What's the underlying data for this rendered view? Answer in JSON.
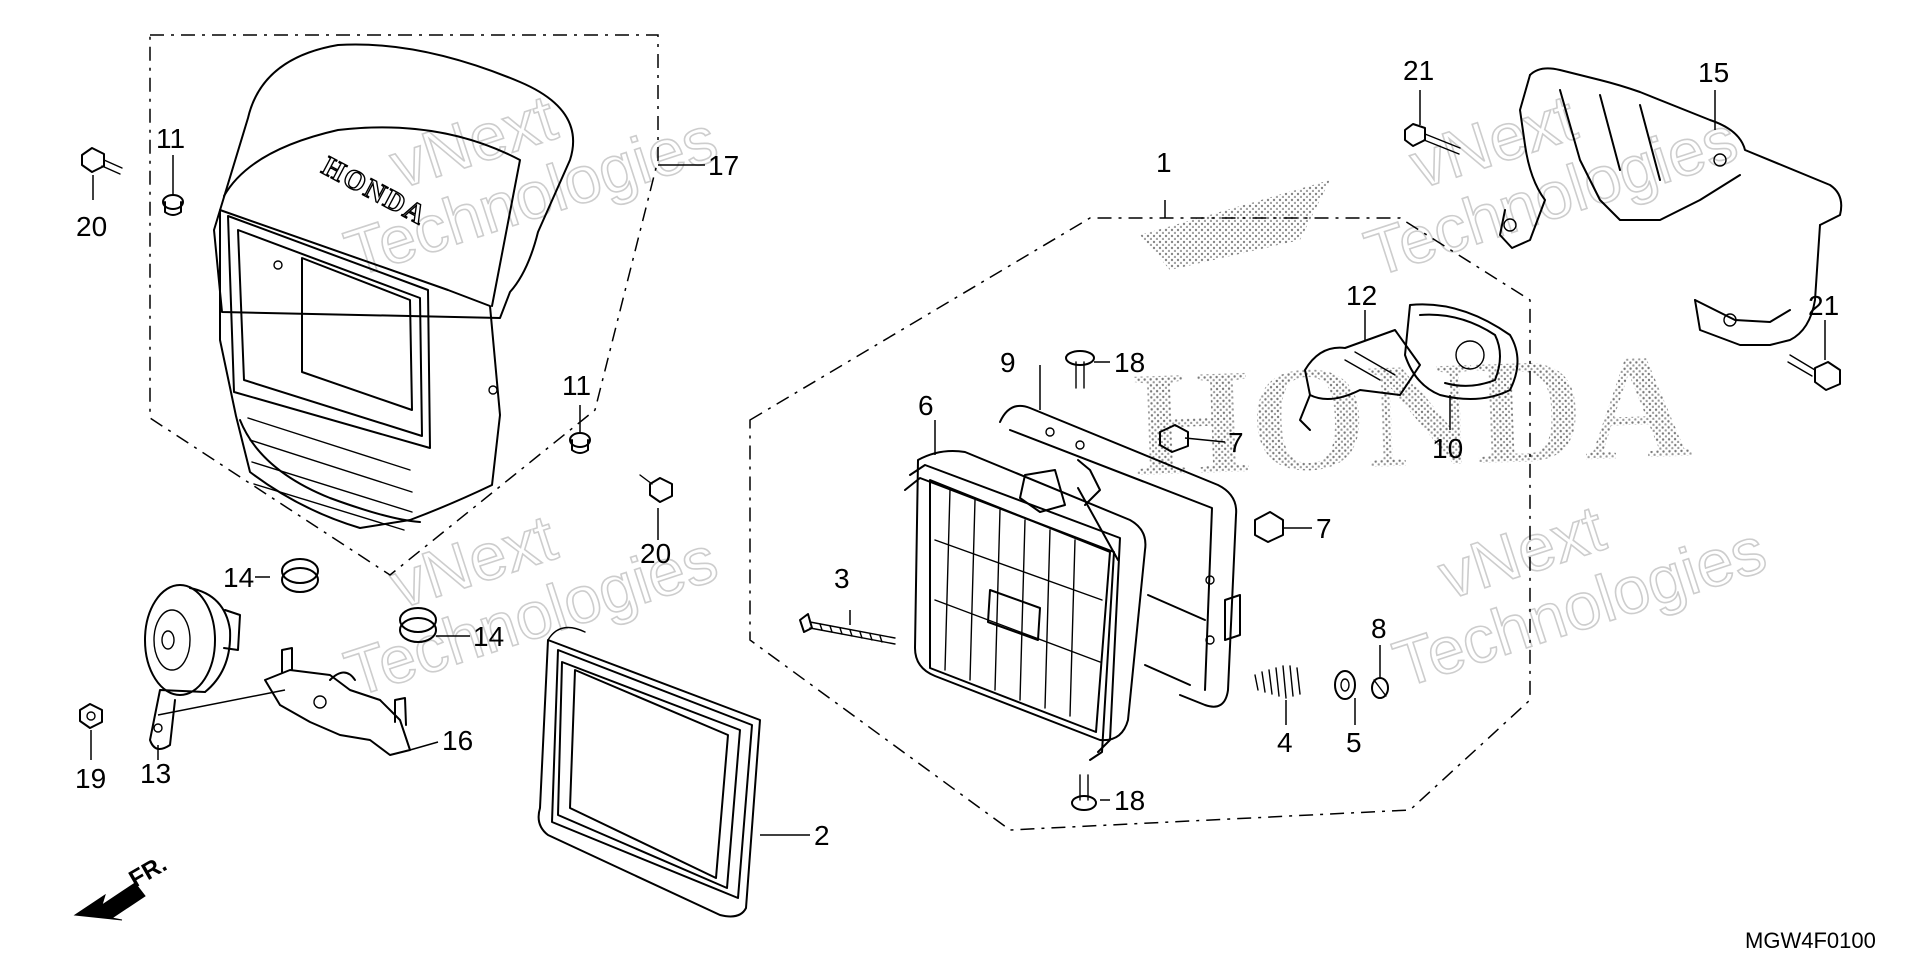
{
  "diagram": {
    "code": "MGW4F0100",
    "direction_label": "FR.",
    "emblem_text": "HONDA",
    "watermark": {
      "line1": "vNext",
      "line2": "Technologies"
    },
    "callouts": [
      {
        "id": "c1",
        "label": "1"
      },
      {
        "id": "c2",
        "label": "2"
      },
      {
        "id": "c3",
        "label": "3"
      },
      {
        "id": "c4",
        "label": "4"
      },
      {
        "id": "c5",
        "label": "5"
      },
      {
        "id": "c6",
        "label": "6"
      },
      {
        "id": "c7a",
        "label": "7"
      },
      {
        "id": "c7b",
        "label": "7"
      },
      {
        "id": "c8",
        "label": "8"
      },
      {
        "id": "c9",
        "label": "9"
      },
      {
        "id": "c10",
        "label": "10"
      },
      {
        "id": "c11a",
        "label": "11"
      },
      {
        "id": "c11b",
        "label": "11"
      },
      {
        "id": "c12",
        "label": "12"
      },
      {
        "id": "c13",
        "label": "13"
      },
      {
        "id": "c14a",
        "label": "14"
      },
      {
        "id": "c14b",
        "label": "14"
      },
      {
        "id": "c15",
        "label": "15"
      },
      {
        "id": "c16",
        "label": "16"
      },
      {
        "id": "c17",
        "label": "17"
      },
      {
        "id": "c18a",
        "label": "18"
      },
      {
        "id": "c18b",
        "label": "18"
      },
      {
        "id": "c19",
        "label": "19"
      },
      {
        "id": "c20a",
        "label": "20"
      },
      {
        "id": "c20b",
        "label": "20"
      },
      {
        "id": "c21a",
        "label": "21"
      },
      {
        "id": "c21b",
        "label": "21"
      }
    ]
  }
}
